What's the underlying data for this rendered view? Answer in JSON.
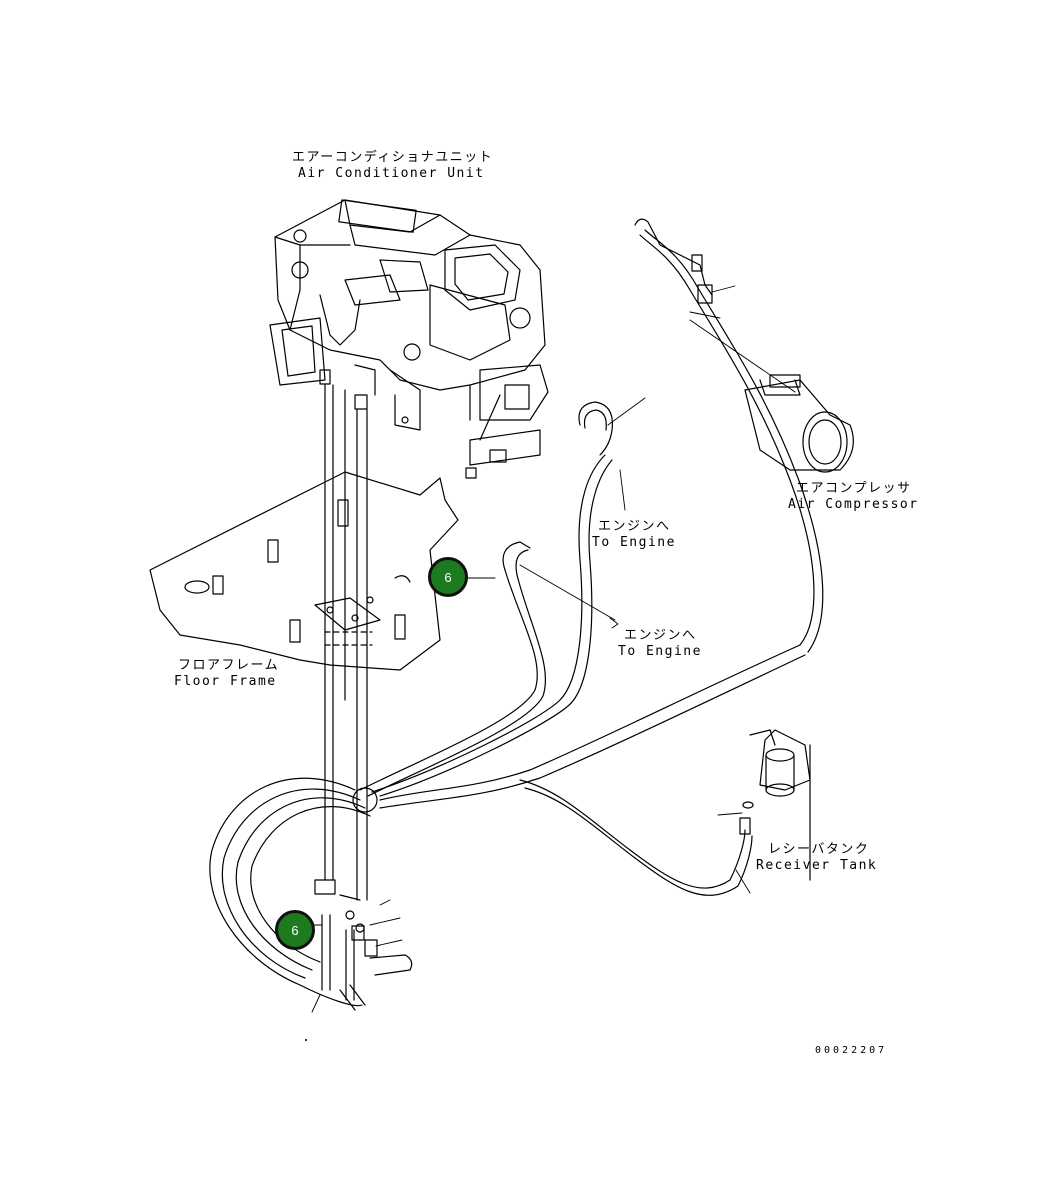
{
  "colors": {
    "line": "#000000",
    "background": "#ffffff",
    "callout_fill": "#1e7a1e",
    "callout_border": "#111111"
  },
  "labels": {
    "ac_unit_jp": "エアーコンディショナユニット",
    "ac_unit_en": "Air Conditioner Unit",
    "compressor_jp": "エアコンプレッサ",
    "compressor_en": "Air Compressor",
    "engine_upper_jp": "エンジンへ",
    "engine_upper_en": "To Engine",
    "engine_lower_jp": "エンジンへ",
    "engine_lower_en": "To Engine",
    "floor_jp": "フロアフレーム",
    "floor_en": "Floor Frame",
    "receiver_jp": "レシーバタンク",
    "receiver_en": "Receiver Tank",
    "drawing_number": "00022207"
  },
  "callouts": [
    {
      "number": "6"
    },
    {
      "number": "6"
    }
  ]
}
